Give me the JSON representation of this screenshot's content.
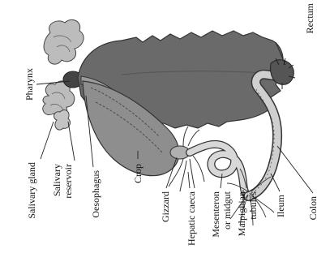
{
  "labels": {
    "rectum": "Rectum",
    "pharynx": "Pharynx",
    "salivary_gland": "Salivary gland",
    "salivary_reservoir_1": "Salivary",
    "salivary_reservoir_2": "reservoir",
    "oesophagus": "Oesophagus",
    "crop": "Crop",
    "gizzard": "Gizzard",
    "hepatic_caeca": "Hepatic caeca",
    "mesenteron_1": "Mesenteron",
    "mesenteron_2": "or midgut",
    "malpighian_1": "Malpighian",
    "malpighian_2": "tubules",
    "ileum": "Ileum",
    "colon": "Colon"
  }
}
